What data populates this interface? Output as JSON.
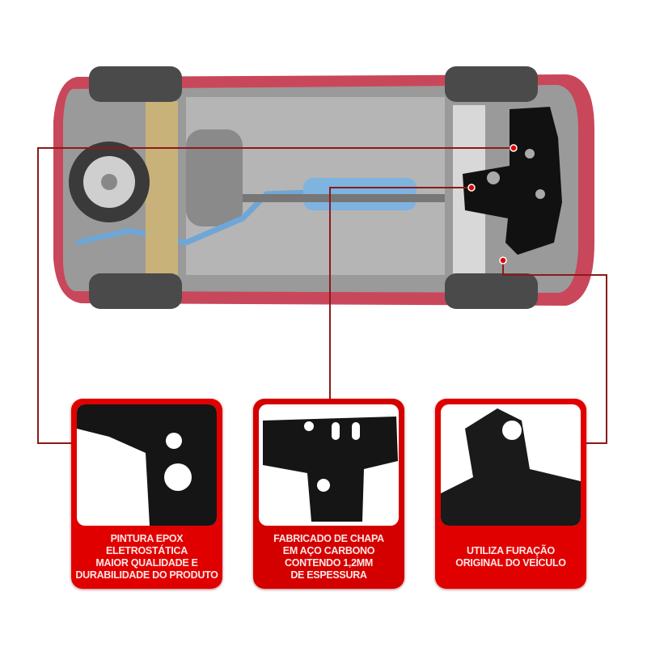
{
  "colors": {
    "accent": "#e00000",
    "callout_line": "#8b1a1a",
    "body": "#c9475a",
    "plate": "#111111"
  },
  "features": [
    {
      "icon": "skid-plate-corner-photo",
      "text": "PINTURA EPOX\nELETROSTÁTICA\nMAIOR QUALIDADE E\nDURABILIDADE DO PRODUTO"
    },
    {
      "icon": "skid-plate-full-photo",
      "text": "FABRICADO DE CHAPA\nEM AÇO CARBONO\nCONTENDO 1,2MM\nDE ESPESSURA"
    },
    {
      "icon": "mounting-bracket-photo",
      "text": "UTILIZA FURAÇÃO\nORIGINAL DO VEÍCULO"
    }
  ]
}
